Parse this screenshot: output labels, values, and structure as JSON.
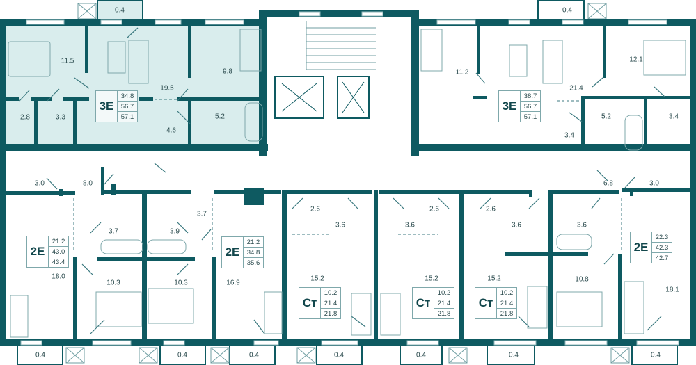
{
  "colors": {
    "wall": "#0e5a61",
    "highlight": "#d9eded",
    "line": "#6f9ea2"
  },
  "apartments": [
    {
      "id": "top-left",
      "type": "3E",
      "living": "34.8",
      "total": "56.7",
      "total_with_balcony": "57.1",
      "highlighted": true
    },
    {
      "id": "top-right",
      "type": "3E",
      "living": "38.7",
      "total": "56.7",
      "total_with_balcony": "57.1"
    },
    {
      "id": "bottom-1",
      "type": "2E",
      "living": "21.2",
      "total": "43.0",
      "total_with_balcony": "43.4"
    },
    {
      "id": "bottom-2",
      "type": "2E",
      "living": "21.2",
      "total": "34.8",
      "total_with_balcony": "35.6"
    },
    {
      "id": "bottom-3",
      "type": "Ст",
      "living": "10.2",
      "total": "21.4",
      "total_with_balcony": "21.8"
    },
    {
      "id": "bottom-4",
      "type": "Ст",
      "living": "10.2",
      "total": "21.4",
      "total_with_balcony": "21.8"
    },
    {
      "id": "bottom-5",
      "type": "Ст",
      "living": "10.2",
      "total": "21.4",
      "total_with_balcony": "21.8"
    },
    {
      "id": "bottom-6",
      "type": "2E",
      "living": "22.3",
      "total": "42.3",
      "total_with_balcony": "42.7"
    }
  ],
  "rooms": [
    "0.4",
    "11.5",
    "19.5",
    "9.8",
    "2.8",
    "3.3",
    "4.6",
    "5.2",
    "0.4",
    "11.2",
    "21.4",
    "12.1",
    "5.2",
    "3.4",
    "3.4",
    "3.0",
    "8.0",
    "6.8",
    "3.0",
    "18.0",
    "3.7",
    "3.9",
    "3.7",
    "10.3",
    "10.3",
    "0.4",
    "0.4",
    "16.9",
    "2.6",
    "3.6",
    "15.2",
    "0.4",
    "0.4",
    "3.6",
    "2.6",
    "15.2",
    "0.4",
    "2.6",
    "3.6",
    "15.2",
    "0.4",
    "10.8",
    "3.6",
    "18.1",
    "0.4"
  ]
}
